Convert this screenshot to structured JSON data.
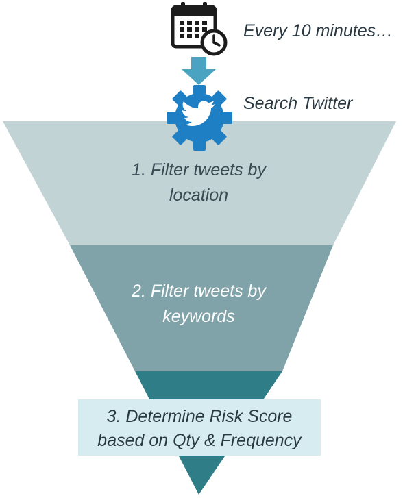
{
  "schedule": {
    "label": "Every 10 minutes…",
    "icon": "calendar-clock-icon"
  },
  "source": {
    "label": "Search Twitter",
    "icon": "twitter-gear-icon"
  },
  "stages": [
    {
      "line1": "1. Filter tweets by",
      "line2": "location"
    },
    {
      "line1": "2. Filter tweets by",
      "line2": "keywords"
    },
    {
      "line1": "3. Determine Risk Score",
      "line2": "based on Qty & Frequency"
    }
  ],
  "colors": {
    "stage1": "#c2d3d5",
    "stage2": "#7fa3a9",
    "stage3": "#2f7d86",
    "arrow": "#4aa3c1",
    "gear": "#1f7fc4",
    "risk_box": "#d6ecf1"
  }
}
